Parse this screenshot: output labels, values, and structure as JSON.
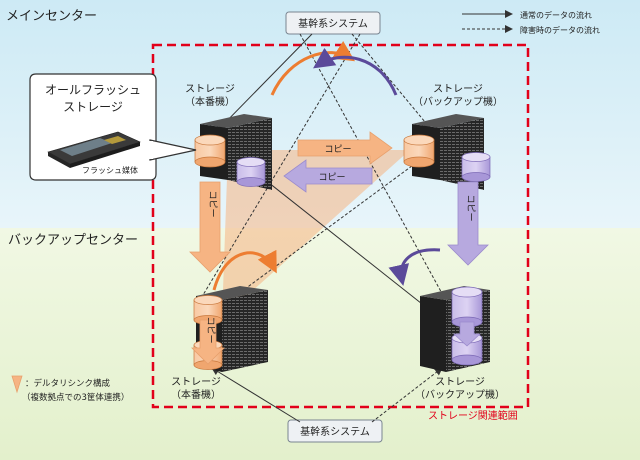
{
  "zones": {
    "main": "メインセンター",
    "backup": "バックアップセンター"
  },
  "legend": {
    "normal": "通常のデータの流れ",
    "failure": "障害時のデータの流れ"
  },
  "core_system_top": "基幹系システム",
  "core_system_bottom": "基幹系システム",
  "storage_main_top": {
    "line1": "ストレージ",
    "line2": "（本番機）"
  },
  "storage_backup_top": {
    "line1": "ストレージ",
    "line2": "（バックアップ機）"
  },
  "storage_main_bottom": {
    "line1": "ストレージ",
    "line2": "（本番機）"
  },
  "storage_backup_bottom": {
    "line1": "ストレージ",
    "line2": "（バックアップ機）"
  },
  "callout": {
    "line1": "オールフラッシュ",
    "line2": "ストレージ",
    "media": "フラッシュ媒体"
  },
  "copy_labels": {
    "right": "コピー",
    "left": "コピー",
    "down_left": "コピー",
    "down_right": "コピー",
    "down_bottom": "コピー"
  },
  "delta_note": {
    "line1": "：デルタリシンク構成",
    "line2": "（複数拠点での3筐体連携）"
  },
  "range_label": "ストレージ関連範囲",
  "colors": {
    "main_bg": "#d6eef6",
    "backup_bg": "#e8f3d2",
    "range_border": "#e2001a",
    "orange": "#f6b483",
    "orange_dark": "#ed7d31",
    "purple": "#b7a9df",
    "purple_dark": "#6f5ba8"
  }
}
